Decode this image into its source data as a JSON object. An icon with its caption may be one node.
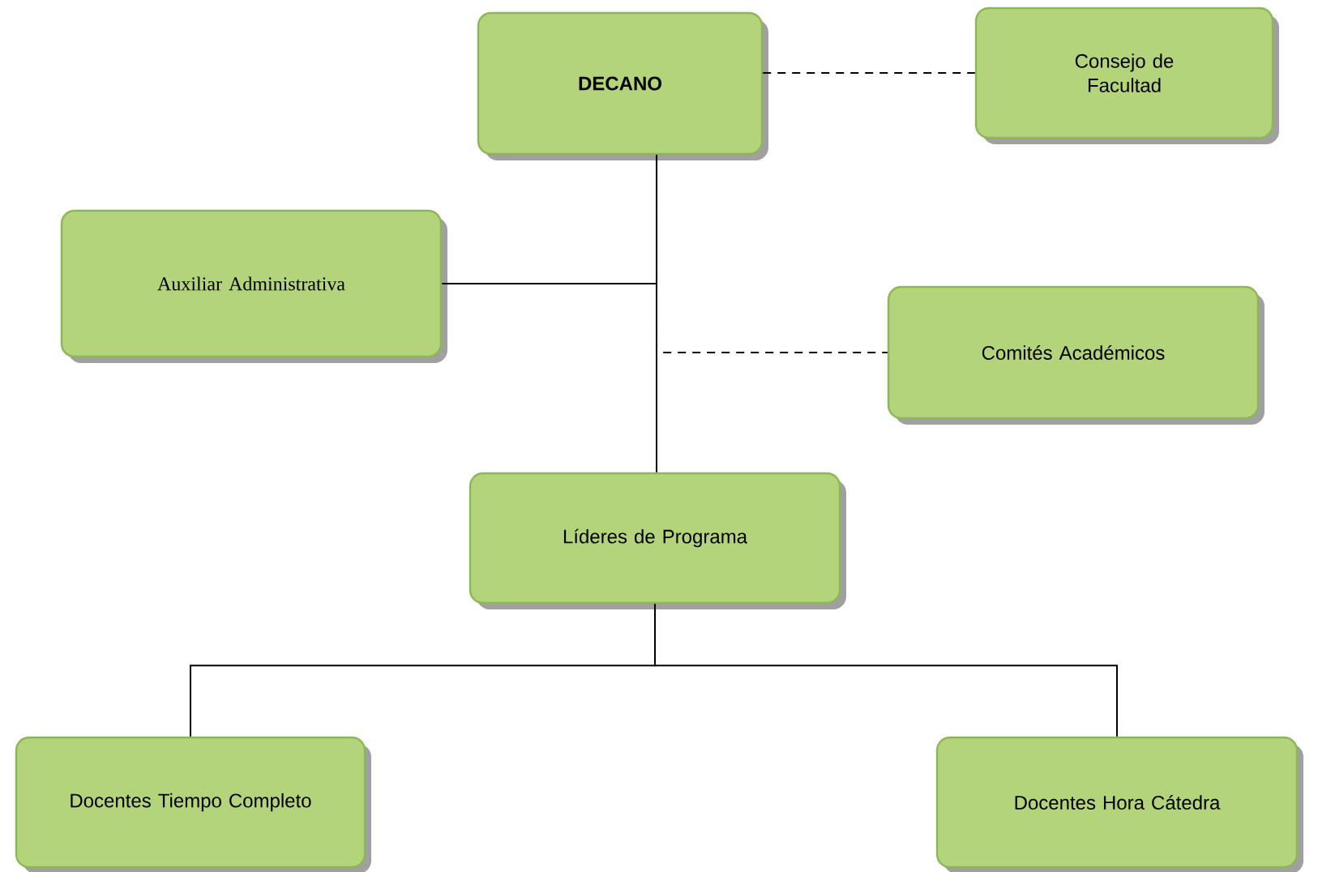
{
  "diagram": {
    "nodes": [
      {
        "text": [
          "DECANO"
        ]
      },
      {
        "text": [
          "Consejo de Facultad"
        ]
      },
      {
        "text": [
          "Auxiliar Administrativa"
        ]
      },
      {
        "text": [
          "Comités Académicos"
        ]
      },
      {
        "text": [
          "Líderes de Programa"
        ]
      },
      {
        "text": [
          "Docentes Tiempo Completo"
        ]
      },
      {
        "text": [
          "Docentes Hora Cátedra"
        ]
      }
    ],
    "edges": [
      {
        "from": 0,
        "to": 1,
        "arrow": "none",
        "style": "dashed"
      },
      {
        "from": 0,
        "to": 4,
        "arrow": "none"
      },
      {
        "from": 0,
        "to": 2,
        "arrow": "none"
      },
      {
        "from": 0,
        "to": 3,
        "arrow": "none",
        "style": "dashed"
      },
      {
        "from": 4,
        "to": 5,
        "arrow": "none"
      },
      {
        "from": 4,
        "to": 6,
        "arrow": "none"
      }
    ]
  }
}
